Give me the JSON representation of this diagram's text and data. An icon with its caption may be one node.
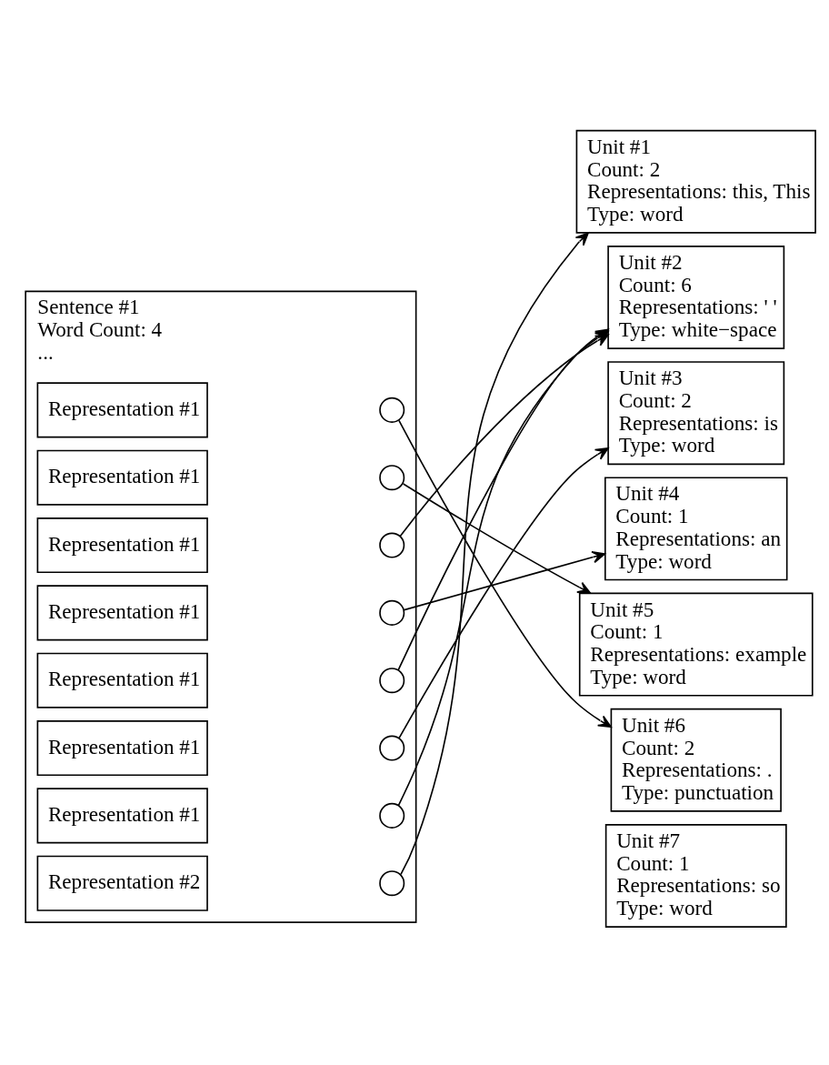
{
  "diagram": {
    "nodes": [
      {
        "text": [
          "Sentence #1",
          "Word Count: 4",
          "..."
        ]
      },
      {
        "text": [
          "Representation #2"
        ],
        "in": 0
      },
      {
        "text": [],
        "shape": "circle",
        "in": 0
      },
      {
        "text": [
          "Representation #1"
        ],
        "in": 0
      },
      {
        "text": [],
        "shape": "circle",
        "in": 0
      },
      {
        "text": [
          "Representation #1"
        ],
        "in": 0
      },
      {
        "text": [],
        "shape": "circle",
        "in": 0
      },
      {
        "text": [
          "Representation #1"
        ],
        "in": 0
      },
      {
        "text": [],
        "shape": "circle",
        "in": 0
      },
      {
        "text": [
          "Representation #1"
        ],
        "in": 0
      },
      {
        "text": [],
        "shape": "circle",
        "in": 0
      },
      {
        "text": [
          "Representation #1"
        ],
        "in": 0
      },
      {
        "text": [],
        "shape": "circle",
        "in": 0
      },
      {
        "text": [
          "Representation #1"
        ],
        "in": 0
      },
      {
        "text": [],
        "shape": "circle",
        "in": 0
      },
      {
        "text": [
          "Representation #1"
        ],
        "in": 0
      },
      {
        "text": [],
        "shape": "circle",
        "in": 0
      },
      {
        "text": [
          "Unit #1",
          "Count: 2",
          "Representations: this, This",
          "Type: word"
        ]
      },
      {
        "text": [
          "Unit #2",
          "Count: 6",
          "Representations: ' '",
          "Type: white−space"
        ]
      },
      {
        "text": [
          "Unit #3",
          "Count: 2",
          "Representations: is",
          "Type: word"
        ]
      },
      {
        "text": [
          "Unit #4",
          "Count: 1",
          "Representations: an",
          "Type: word"
        ]
      },
      {
        "text": [
          "Unit #5",
          "Count: 1",
          "Representations: example",
          "Type: word"
        ]
      },
      {
        "text": [
          "Unit #6",
          "Count: 2",
          "Representations: .",
          "Type: punctuation"
        ]
      },
      {
        "text": [
          "Unit #7",
          "Count: 1",
          "Representations: so",
          "Type: word"
        ]
      }
    ],
    "edges": [
      {
        "from": 2,
        "to": 17,
        "arrow": "to"
      },
      {
        "from": 4,
        "to": 18,
        "arrow": "to"
      },
      {
        "from": 6,
        "to": 19,
        "arrow": "to"
      },
      {
        "from": 8,
        "to": 18,
        "arrow": "to"
      },
      {
        "from": 10,
        "to": 20,
        "arrow": "to"
      },
      {
        "from": 12,
        "to": 18,
        "arrow": "to"
      },
      {
        "from": 14,
        "to": 21,
        "arrow": "to"
      },
      {
        "from": 16,
        "to": 22,
        "arrow": "to"
      }
    ]
  }
}
